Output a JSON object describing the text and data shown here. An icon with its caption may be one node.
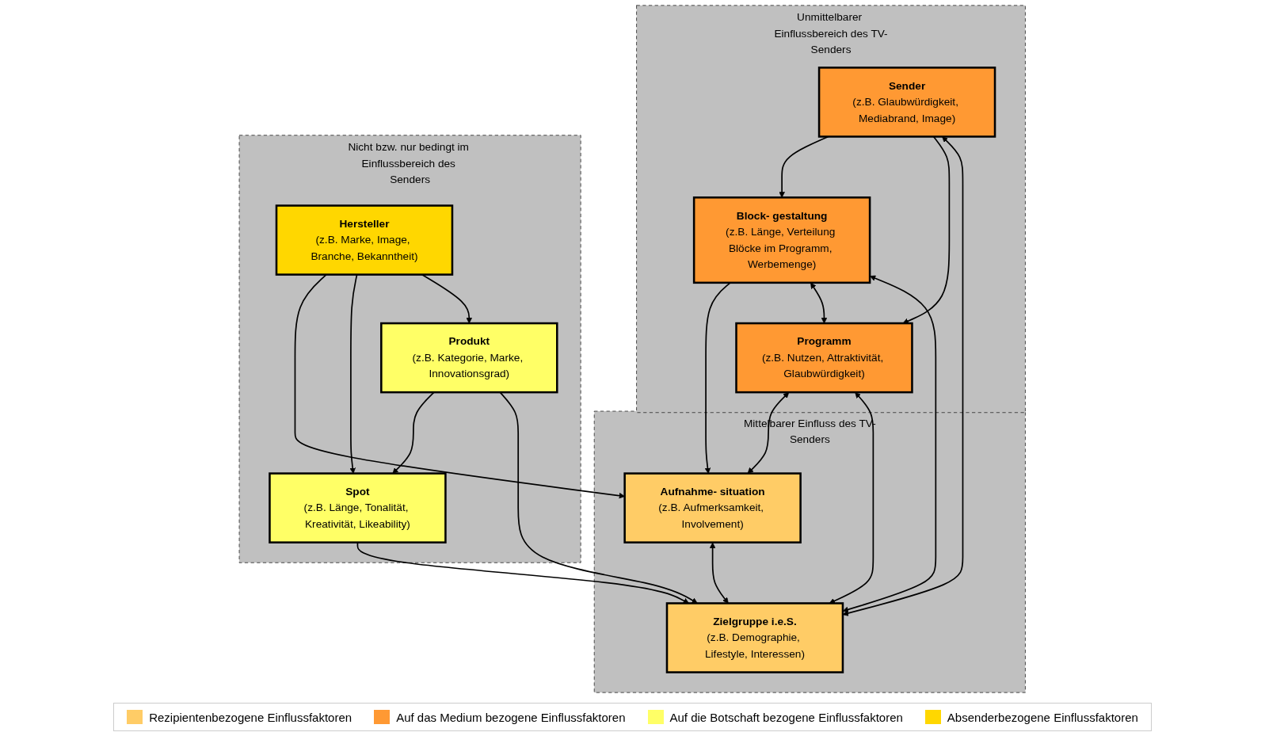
{
  "diagram": {
    "nodes": [
      {
        "text": [
          "Unmittelbarer Einflussbereich des TV-Senders"
        ]
      },
      {
        "text": [
          "Block- gestaltung",
          "(z.B. Länge, Verteilung Blöcke im Programm, Werbemenge)"
        ],
        "in": 0
      },
      {
        "text": [
          "Sender",
          "(z.B. Glaubwürdigkeit, Mediabrand, Image)"
        ],
        "in": 0
      },
      {
        "text": [
          "Programm",
          "(z.B. Nutzen, Attraktivität, Glaubwürdigkeit)"
        ],
        "in": 0
      },
      {
        "text": [
          "Mittelbarer Einfluss des TV-Senders"
        ]
      },
      {
        "text": [
          "Aufnahme- situation",
          "(z.B. Aufmerksamkeit, Involvement)"
        ],
        "in": 4
      },
      {
        "text": [
          "Zielgruppe i.e.S.",
          "(z.B. Demographie, Lifestyle, Interessen)"
        ],
        "in": 4
      },
      {
        "text": [
          "Nicht bzw. nur bedingt im Einflussbereich des Senders"
        ]
      },
      {
        "text": [
          "Spot",
          "(z.B. Länge, Tonalität, Kreativität, Likeability)"
        ],
        "in": 7
      },
      {
        "text": [
          "Produkt",
          "(z.B. Kategorie, Marke, Innovationsgrad)"
        ],
        "in": 7
      },
      {
        "text": [
          "Hersteller",
          "(z.B. Marke, Image, Branche, Bekanntheit)"
        ],
        "in": 7
      }
    ],
    "edges": [
      {
        "from": 1,
        "to": 5,
        "arrow": "to"
      },
      {
        "from": 2,
        "to": 1,
        "arrow": "to"
      },
      {
        "from": 1,
        "to": 3,
        "arrow": "both"
      },
      {
        "from": 5,
        "to": 6,
        "arrow": "both"
      },
      {
        "from": 1,
        "to": 6,
        "arrow": "both"
      },
      {
        "from": 3,
        "to": 5,
        "arrow": "both"
      },
      {
        "from": 2,
        "to": 3,
        "arrow": "to"
      },
      {
        "from": 2,
        "to": 6,
        "arrow": "both"
      },
      {
        "from": 3,
        "to": 6,
        "arrow": "both"
      },
      {
        "from": 10,
        "to": 5,
        "arrow": "to"
      },
      {
        "from": 10,
        "to": 8,
        "arrow": "to"
      },
      {
        "from": 10,
        "to": 9,
        "arrow": "to"
      },
      {
        "from": 9,
        "to": 8,
        "arrow": "to"
      },
      {
        "from": 8,
        "to": 6,
        "arrow": "to"
      },
      {
        "from": 9,
        "to": 6,
        "arrow": "to"
      }
    ],
    "legend": [
      {
        "text": "Rezipientenbezogene Einflussfaktoren",
        "color": "#ffcc66"
      },
      {
        "text": "Auf das Medium bezogene Einflussfaktoren",
        "color": "#ff9933"
      },
      {
        "text": "Auf die Botschaft bezogene Einflussfaktoren",
        "color": "#ffff66"
      },
      {
        "text": "Absenderbezogene Einflussfaktoren",
        "color": "#ffd700"
      }
    ]
  }
}
